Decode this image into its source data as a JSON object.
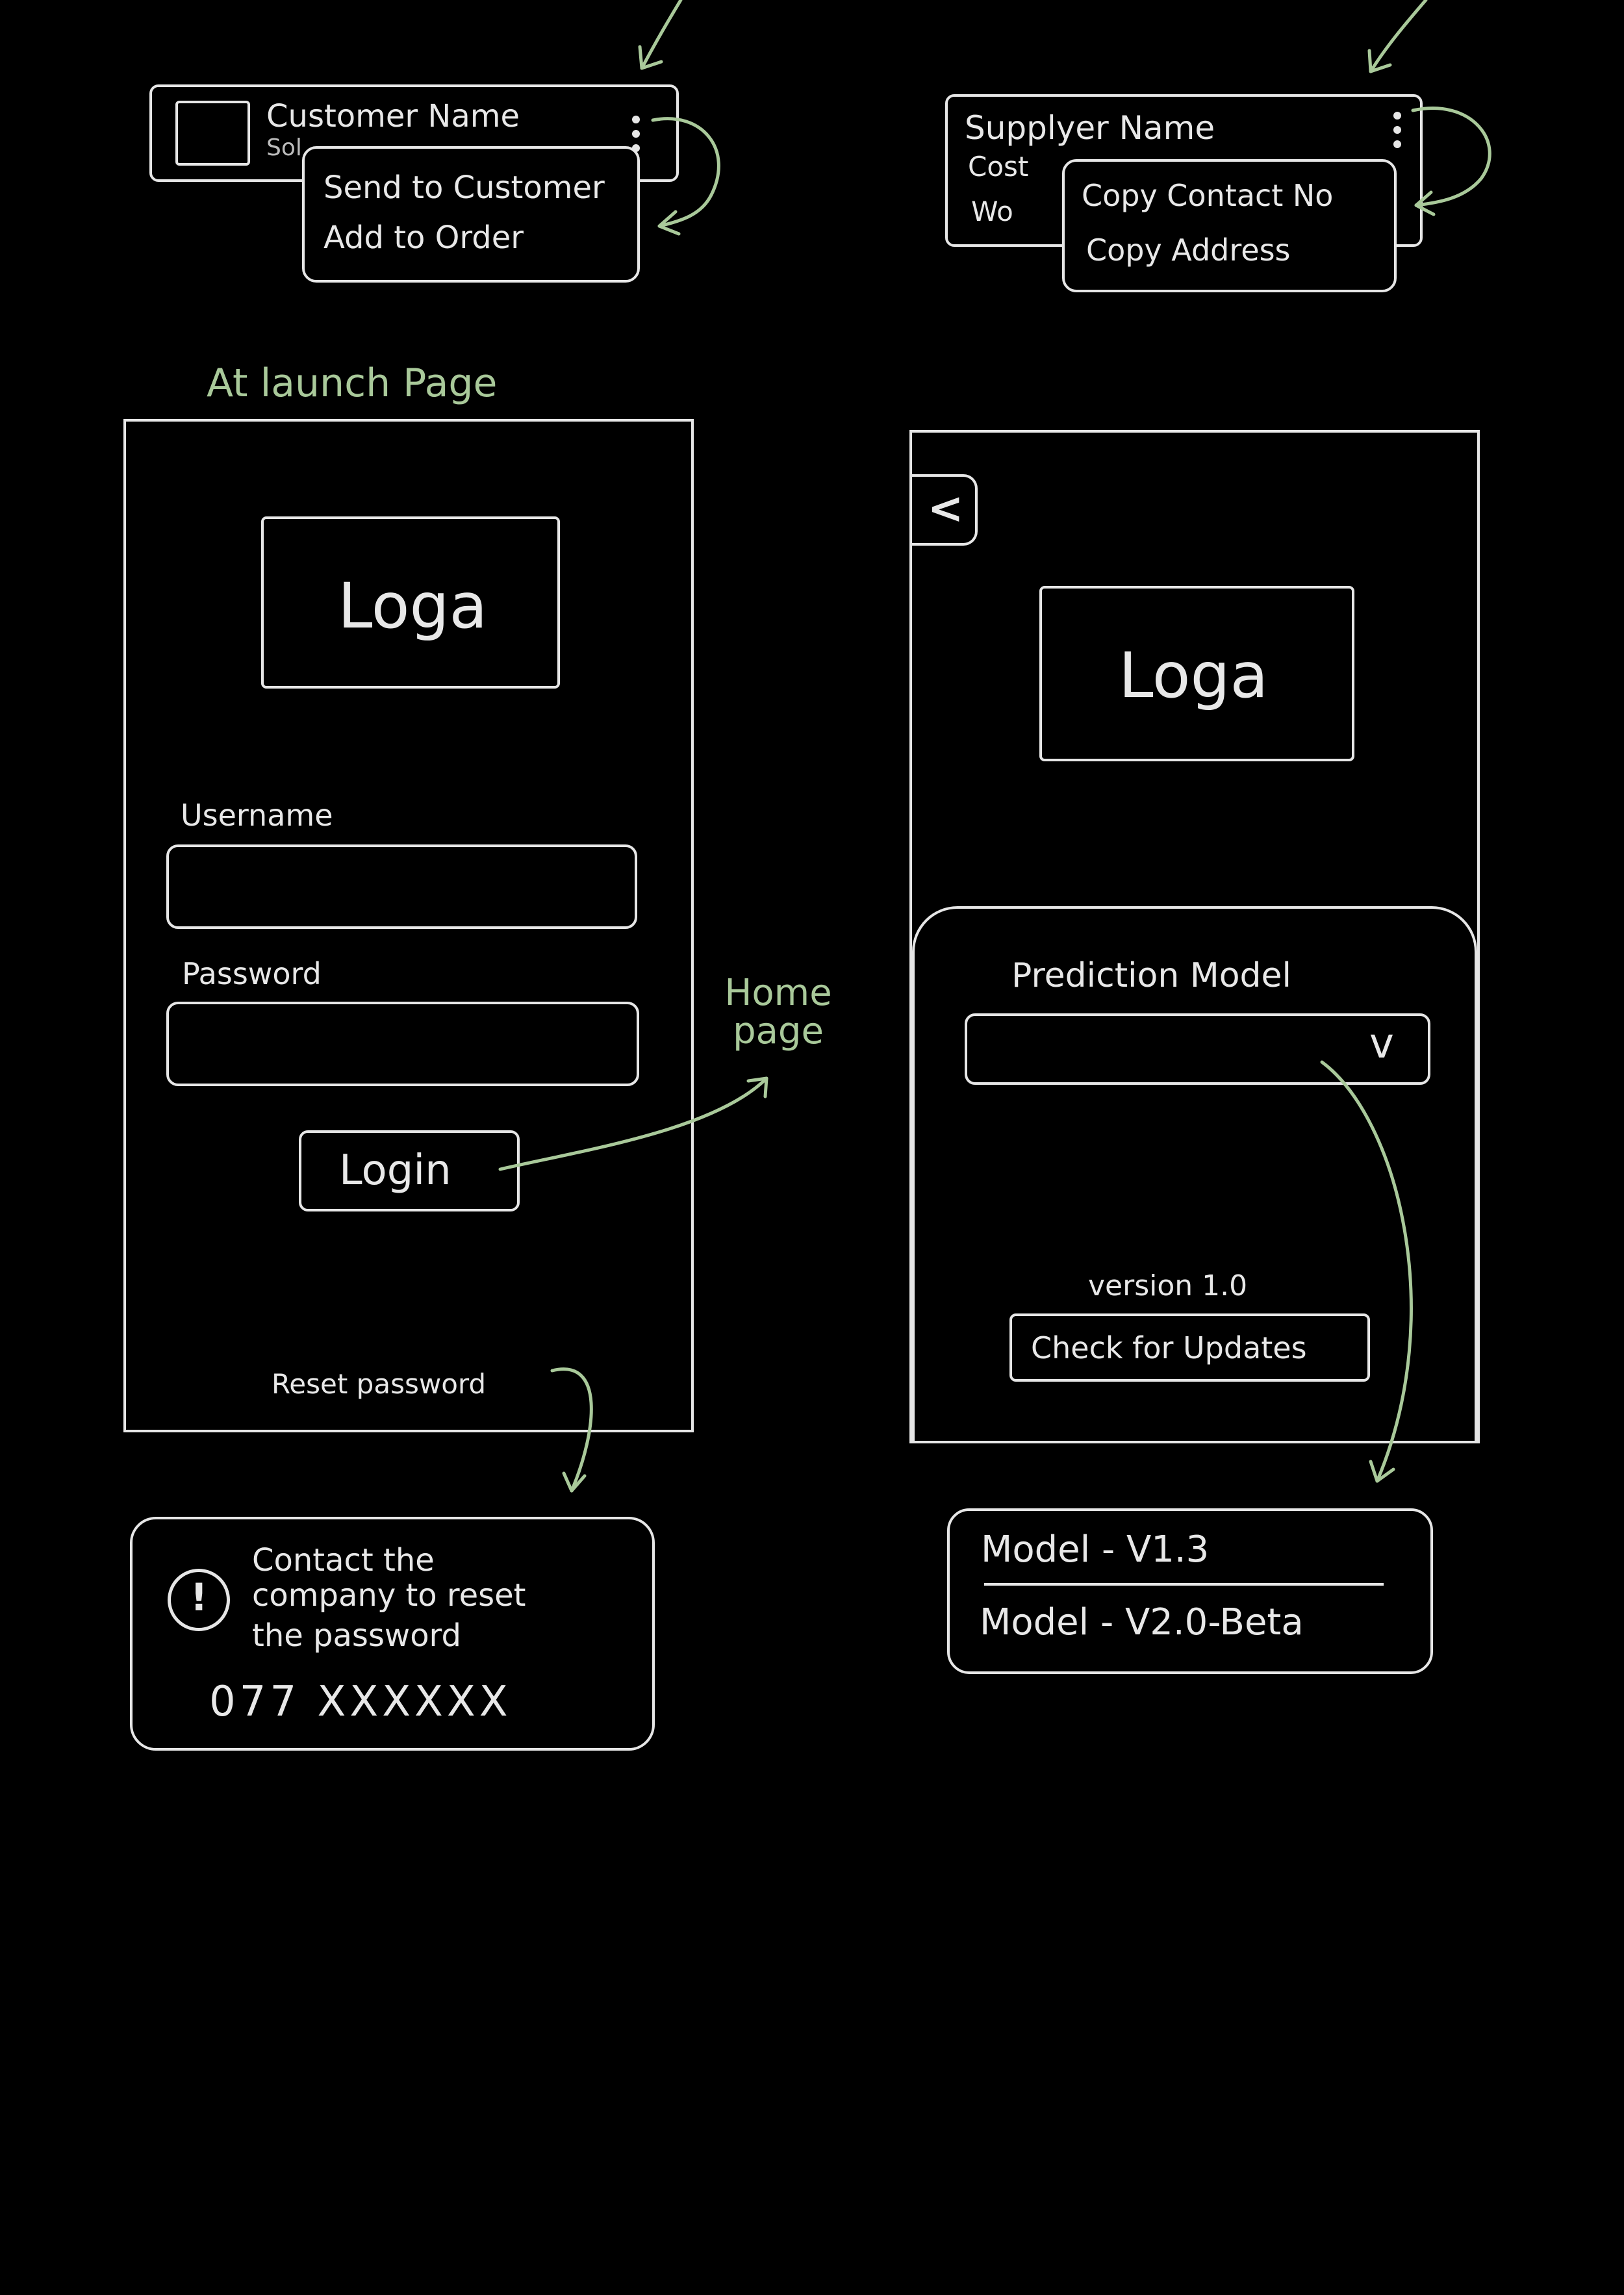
{
  "customer_card": {
    "name": "Customer Name",
    "sub": "Sol...",
    "menu": [
      "Send to Customer",
      "Add to Order"
    ]
  },
  "supplier_card": {
    "name": "Supplyer Name",
    "row2": "Cost",
    "row3": "Wo",
    "menu": [
      "Copy Contact No",
      "Copy Address"
    ]
  },
  "launch_caption": "At launch Page",
  "login": {
    "logo": "Loga",
    "username_label": "Username",
    "password_label": "Password",
    "login_button": "Login",
    "reset_link": "Reset password"
  },
  "home_caption": "Home page",
  "reset_popup": {
    "icon": "!",
    "message_line1": "Contact the",
    "message_line2": "company to reset",
    "message_line3": "the password",
    "phone": "077 XXXXXX"
  },
  "settings": {
    "back_icon": "<",
    "logo": "Loga",
    "model_label": "Prediction Model",
    "dropdown_icon": "v",
    "version": "version 1.0",
    "update_button": "Check for Updates"
  },
  "model_dropdown": {
    "options": [
      "Model - V1.3",
      "Model - V2.0-Beta"
    ]
  },
  "colors": {
    "background": "#000000",
    "stroke": "#e6e6e6",
    "annotation": "#a9c99a"
  }
}
